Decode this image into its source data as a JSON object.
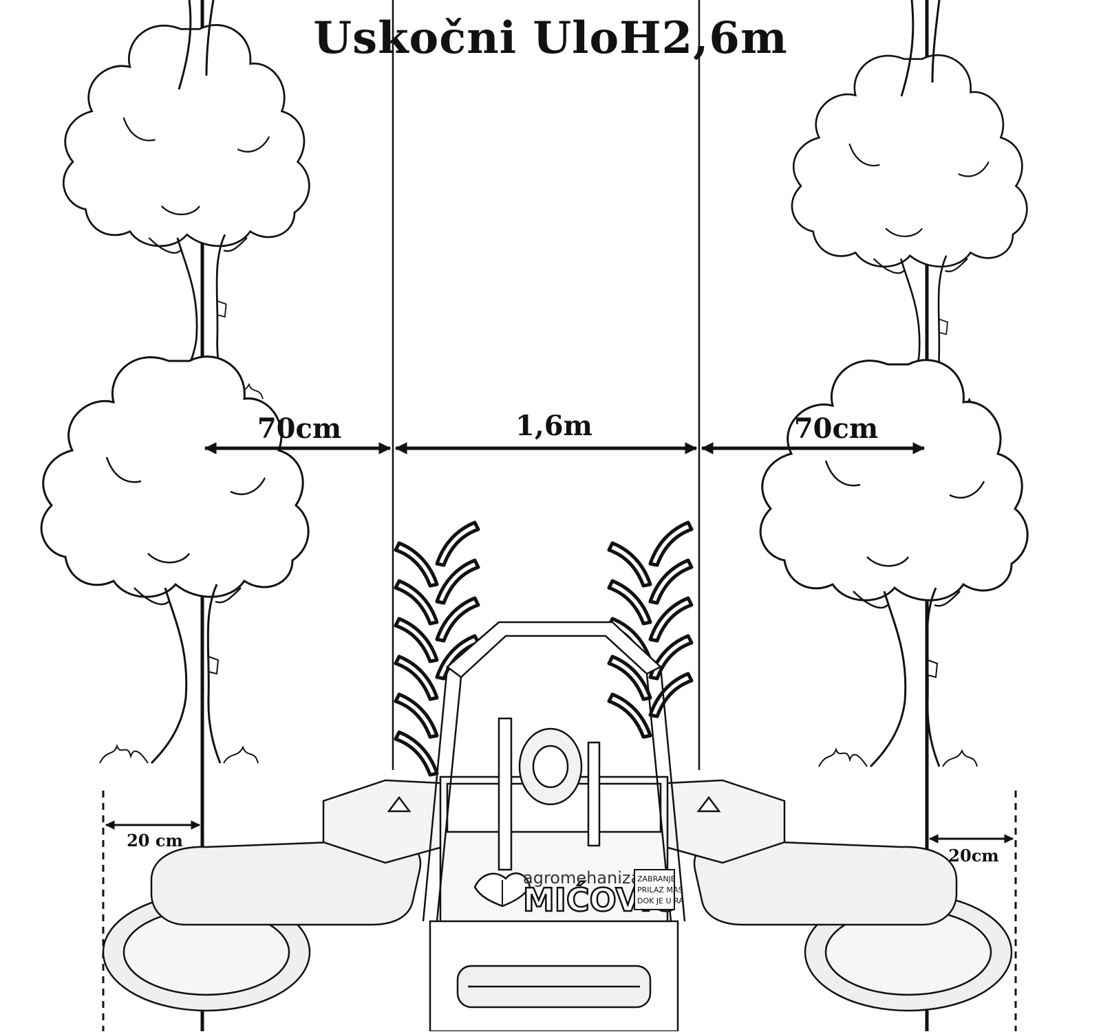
{
  "title": "Uskočni UloH2,6m",
  "dimensions": {
    "left_gap": "70cm",
    "center_width": "1,6m",
    "right_gap": "70cm",
    "left_overhang": "20 cm",
    "right_overhang": "20cm"
  },
  "brand": {
    "subtitle": "agromehanizacija",
    "name": "MIĆOVIĆ",
    "warning": [
      "ZABRANJE",
      "PRILAZ MAS",
      "DOK JE U RA"
    ]
  },
  "colors": {
    "ink": "#111111",
    "paper": "#ffffff",
    "shade": "#e6e6e6"
  }
}
